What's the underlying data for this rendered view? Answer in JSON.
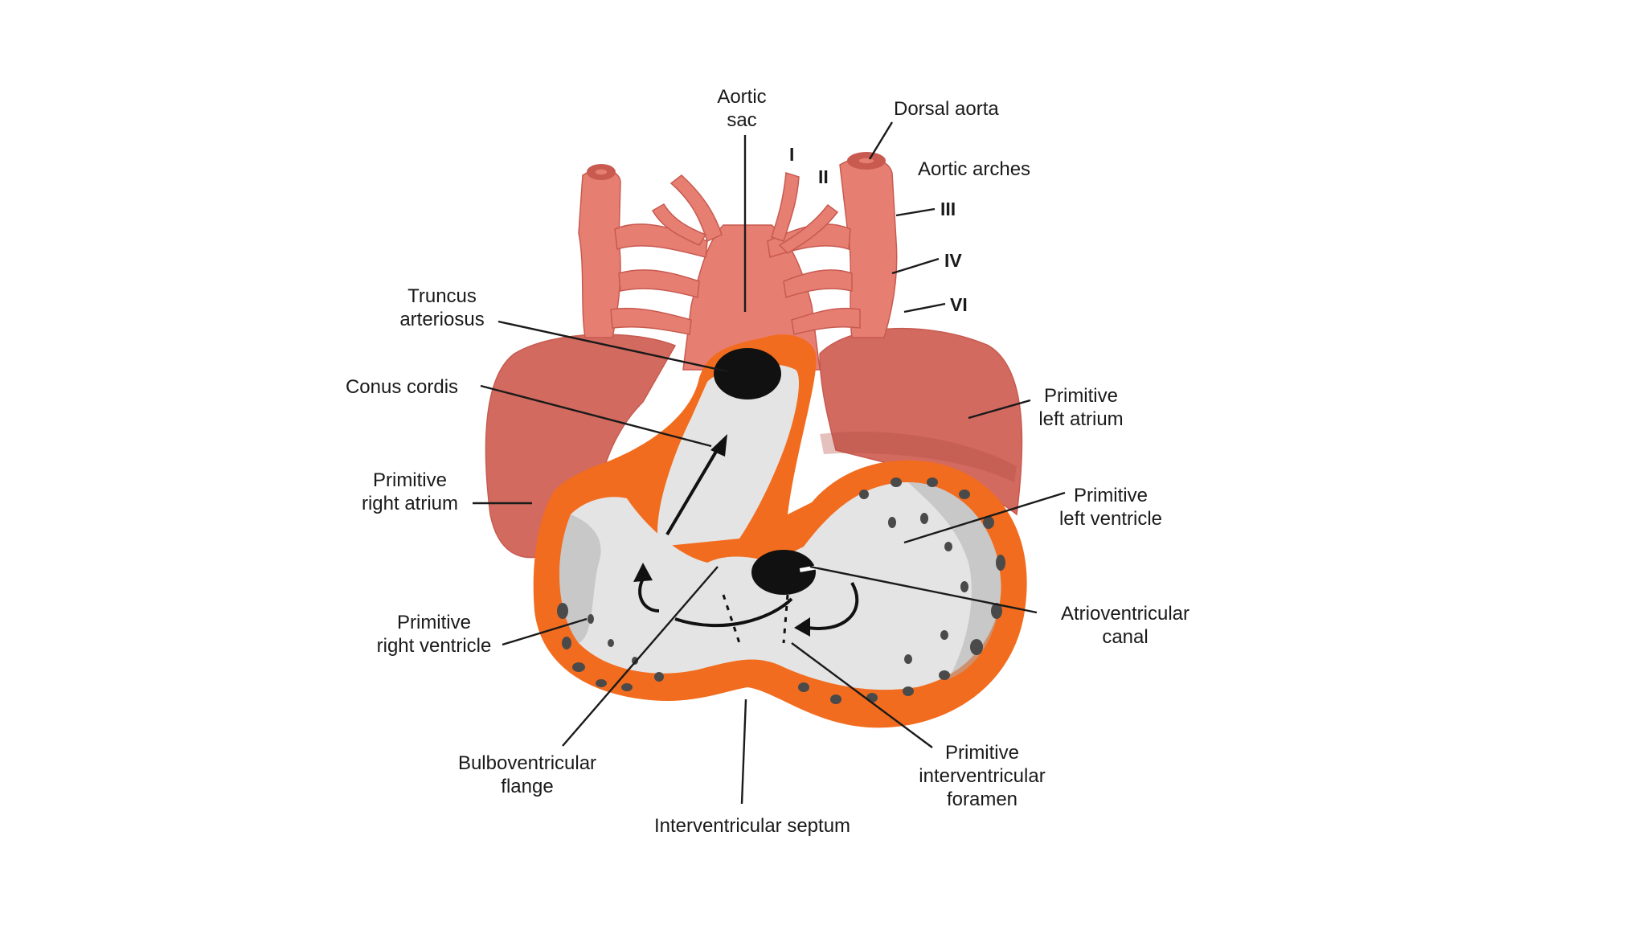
{
  "colors": {
    "background": "#ffffff",
    "vessel": "#e77e72",
    "vessel_dark": "#c85a50",
    "atrium": "#d26a5f",
    "atrium_dark": "#b54c43",
    "myocardium": "#f26c1f",
    "lumen": "#e4e4e4",
    "lumen_shadow": "#9a9a9a",
    "opening": "#111111",
    "leader": "#1a1a1a"
  },
  "labels": {
    "aortic_sac": [
      "Aortic",
      "sac"
    ],
    "dorsal_aorta": "Dorsal aorta",
    "aortic_arches": "Aortic arches",
    "arch_i": "I",
    "arch_ii": "II",
    "arch_iii": "III",
    "arch_iv": "IV",
    "arch_vi": "VI",
    "truncus_arteriosus": [
      "Truncus",
      "arteriosus"
    ],
    "conus_cordis": "Conus cordis",
    "primitive_left_atrium": [
      "Primitive",
      "left atrium"
    ],
    "primitive_right_atrium": [
      "Primitive",
      "right atrium"
    ],
    "primitive_left_ventricle": [
      "Primitive",
      "left ventricle"
    ],
    "atrioventricular_canal": [
      "Atrioventricular",
      "canal"
    ],
    "primitive_right_ventricle": [
      "Primitive",
      "right ventricle"
    ],
    "bulboventricular_flange": [
      "Bulboventricular",
      "flange"
    ],
    "primitive_interventricular_foramen": [
      "Primitive",
      "interventricular",
      "foramen"
    ],
    "interventricular_septum": "Interventricular septum"
  }
}
